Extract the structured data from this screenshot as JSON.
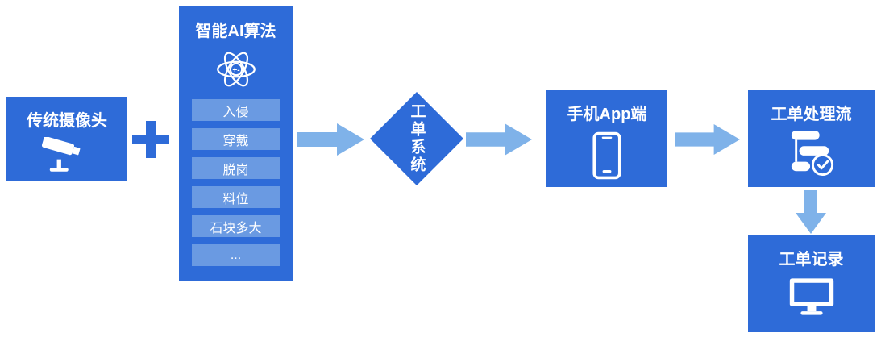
{
  "colors": {
    "primary": "#2E6BD8",
    "arrow": "#7FB2E9",
    "listitem": "#6A9AE2"
  },
  "nodes": {
    "camera": {
      "label": "传统摄像头",
      "icon": "cctv-camera-icon"
    },
    "ai": {
      "title": "智能AI算法",
      "icon": "atom-icon",
      "items": [
        "入侵",
        "穿戴",
        "脱岗",
        "料位",
        "石块多大",
        "..."
      ]
    },
    "ticket_system": {
      "label": "工单系统",
      "shape": "diamond"
    },
    "mobile_app": {
      "label": "手机App端",
      "icon": "smartphone-icon"
    },
    "process_flow": {
      "label": "工单处理流",
      "icon": "workflow-check-icon"
    },
    "record": {
      "label": "工单记录",
      "icon": "monitor-icon"
    }
  },
  "connectors": {
    "plus_symbol": "+",
    "arrows": [
      "right",
      "right",
      "right",
      "down"
    ]
  }
}
